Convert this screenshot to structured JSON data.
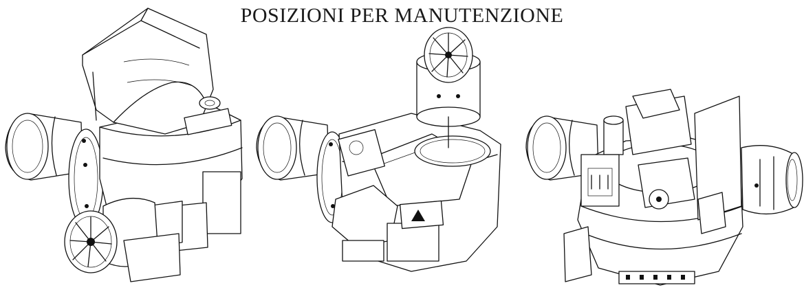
{
  "page": {
    "title": "POSIZIONI PER MANUTENZIONE"
  },
  "figures": [
    {
      "position_label": "left",
      "description": "burner-with-cover-fan-front"
    },
    {
      "position_label": "center",
      "description": "burner-open-fan-up"
    },
    {
      "position_label": "right",
      "description": "burner-valve-side-fan-right"
    }
  ]
}
